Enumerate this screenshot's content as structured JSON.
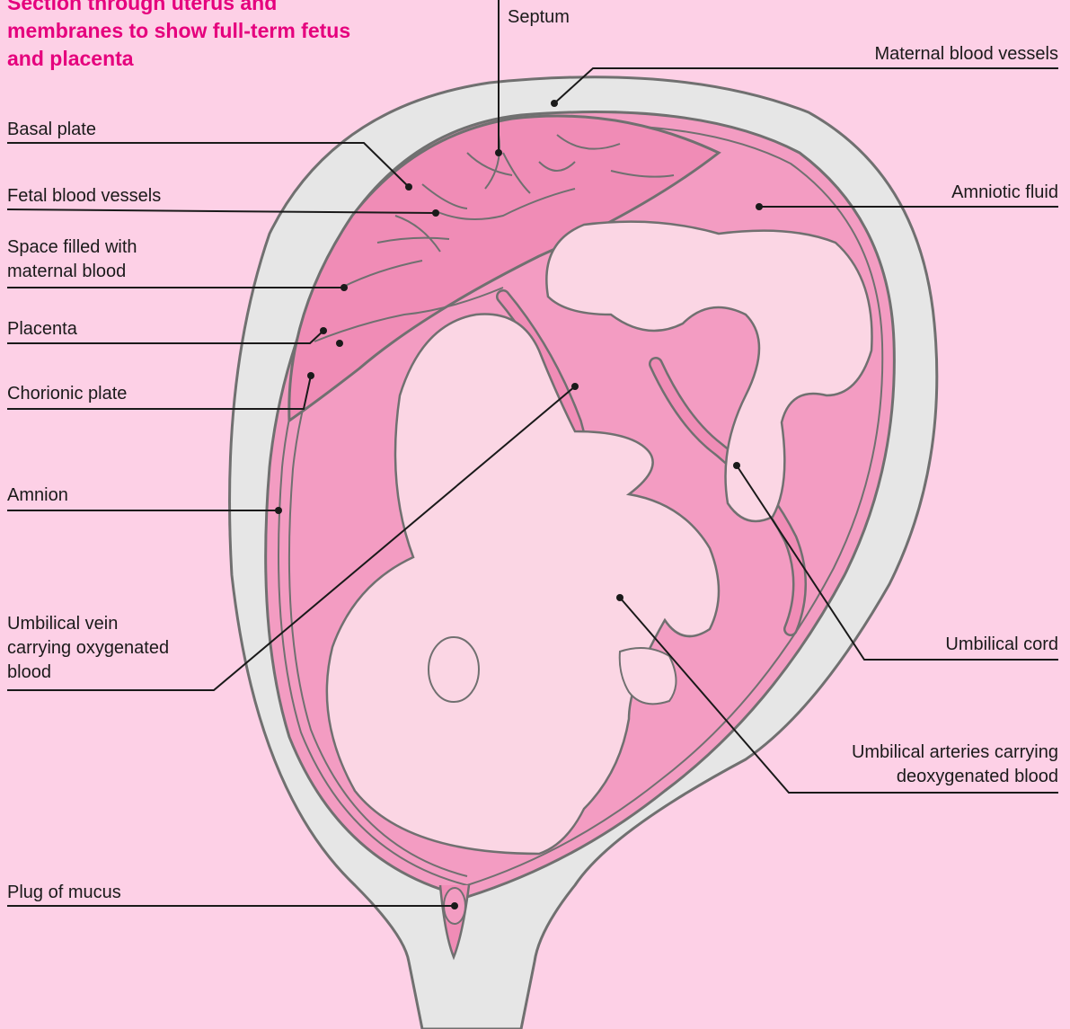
{
  "title": "Section through uterus and membranes to show full-term fetus and placenta",
  "labels": {
    "septum": "Septum",
    "maternal_vessels": "Maternal blood vessels",
    "basal_plate": "Basal plate",
    "fetal_vessels": "Fetal blood vessels",
    "amniotic_fluid": "Amniotic fluid",
    "maternal_space": "Space filled with\nmaternal blood",
    "placenta": "Placenta",
    "chorionic_plate": "Chorionic plate",
    "amnion": "Amnion",
    "umbilical_vein": "Umbilical vein\ncarrying oxygenated\nblood",
    "umbilical_cord": "Umbilical cord",
    "umbilical_arteries": "Umbilical arteries carrying\ndeoxygenated blood",
    "mucus_plug": "Plug of mucus"
  },
  "colors": {
    "background": "#fdd0e6",
    "uterus_wall": "#e6e6e6",
    "outline": "#707070",
    "amniotic": "#f39cc2",
    "placenta": "#f08cb6",
    "fetus": "#fbd6e4",
    "title": "#e5007d"
  }
}
